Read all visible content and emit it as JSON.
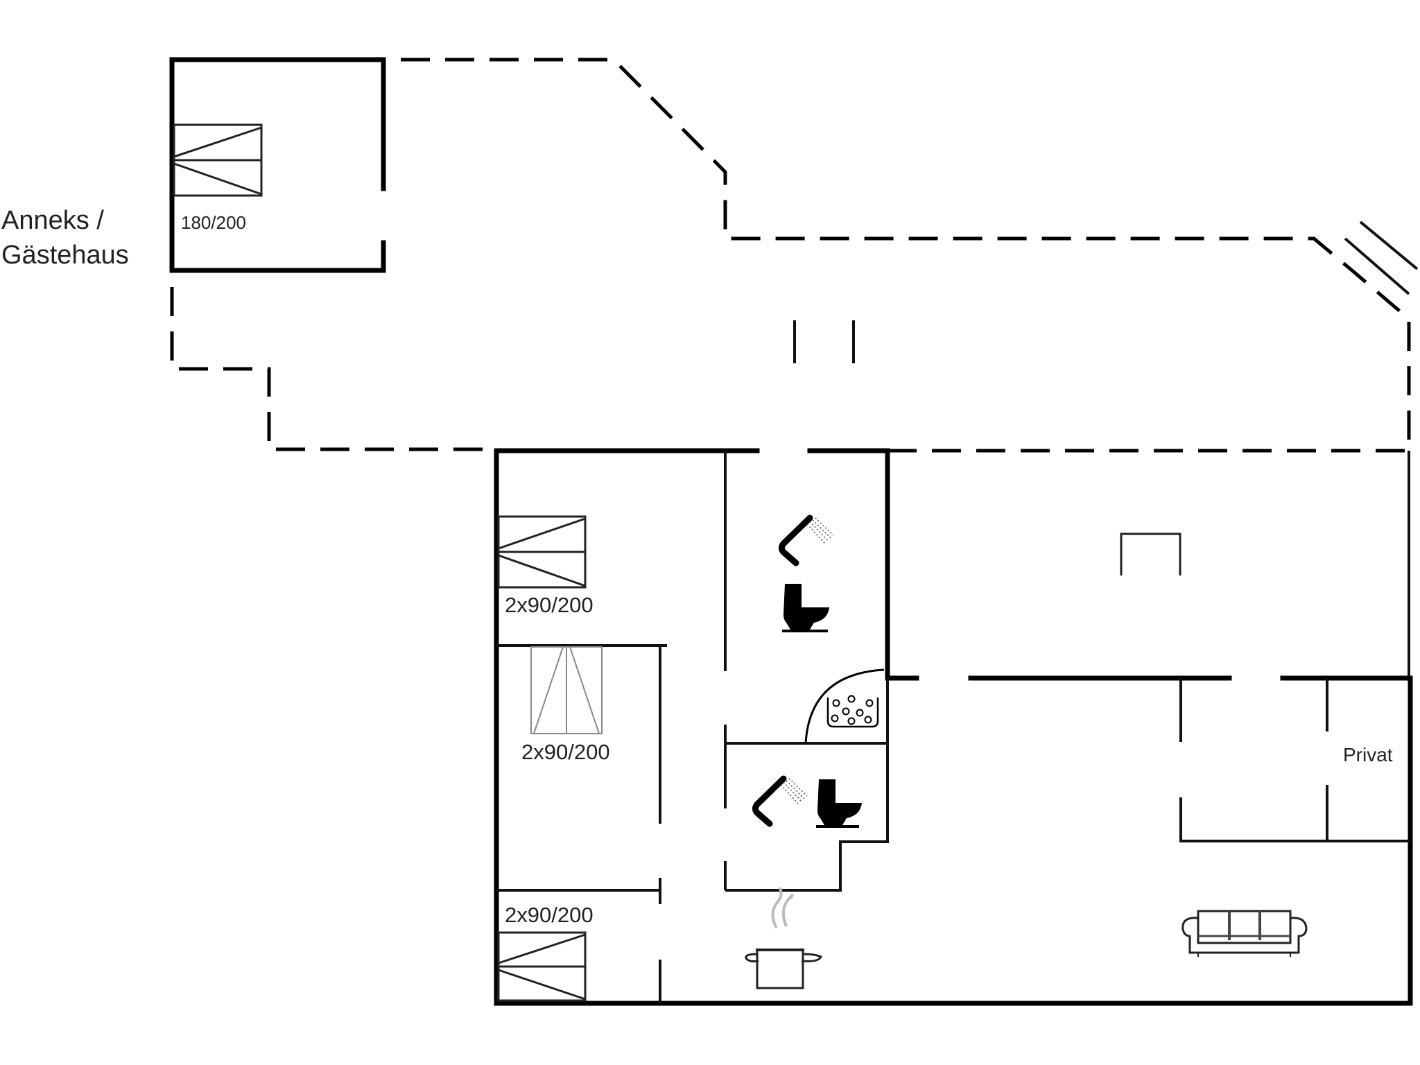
{
  "plan": {
    "type": "floor-plan",
    "annex_label_line1": "Anneks /",
    "annex_label_line2": "Gästehaus",
    "colors": {
      "wall": "#000000",
      "background": "#ffffff",
      "light_furniture": "#888888",
      "steam": "#bbbbbb"
    }
  },
  "rooms": {
    "annex": {
      "bed_label": "180/200"
    },
    "bedroom_top": {
      "bed_label": "2x90/200"
    },
    "bedroom_middle": {
      "bed_label": "2x90/200"
    },
    "bedroom_bottom": {
      "bed_label": "2x90/200"
    },
    "private_room": {
      "label": "Privat"
    }
  },
  "icons": [
    {
      "name": "shower-icon",
      "room": "bathroom-top"
    },
    {
      "name": "toilet-icon",
      "room": "bathroom-top"
    },
    {
      "name": "spa-whirlpool-icon",
      "room": "spa"
    },
    {
      "name": "shower-icon",
      "room": "bathroom-bottom"
    },
    {
      "name": "toilet-icon",
      "room": "bathroom-bottom"
    },
    {
      "name": "cooking-pot-icon",
      "room": "kitchen"
    },
    {
      "name": "sofa-icon",
      "room": "living-room"
    }
  ]
}
